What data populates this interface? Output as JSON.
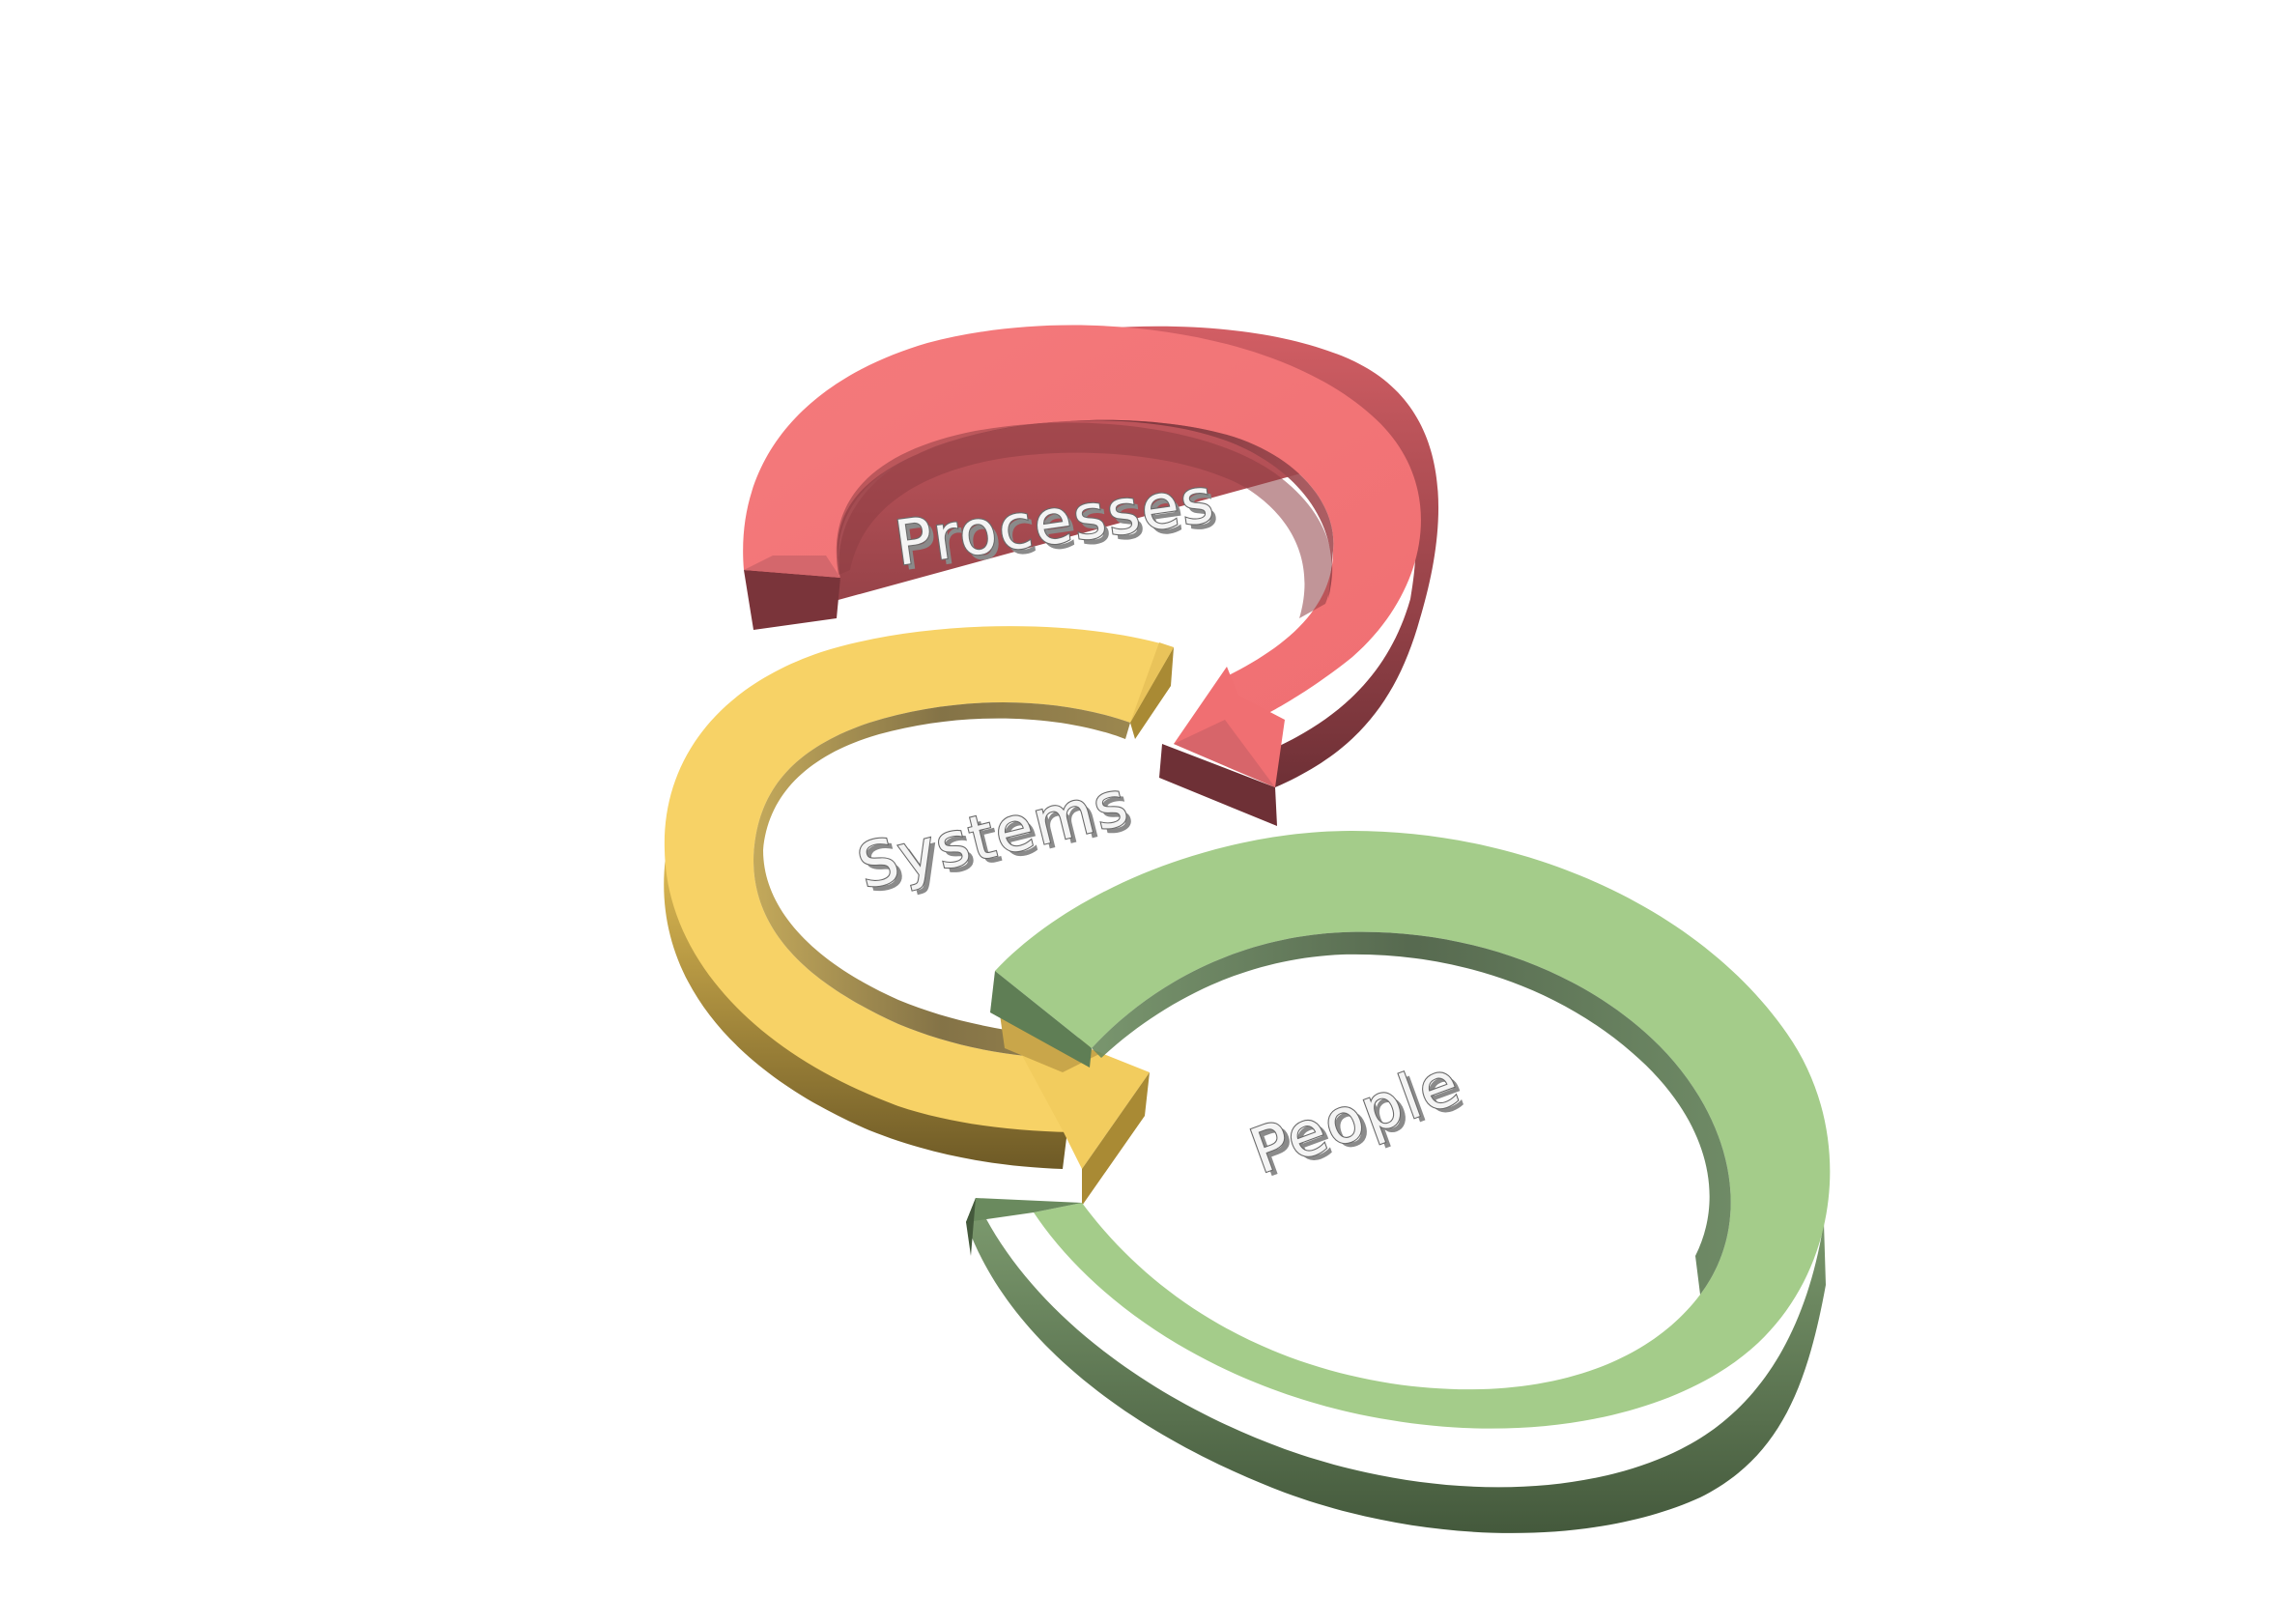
{
  "diagram": {
    "cycles": [
      {
        "id": "processes",
        "label": "Processes",
        "color": "#f47a7c",
        "shade": "#6e3036",
        "mid": "#b9545a"
      },
      {
        "id": "systems",
        "label": "Systems",
        "color": "#f7d266",
        "shade": "#6e5a26",
        "mid": "#b9973f"
      },
      {
        "id": "people",
        "label": "People",
        "color": "#a4cc8a",
        "shade": "#44593c",
        "mid": "#76946a"
      }
    ]
  }
}
